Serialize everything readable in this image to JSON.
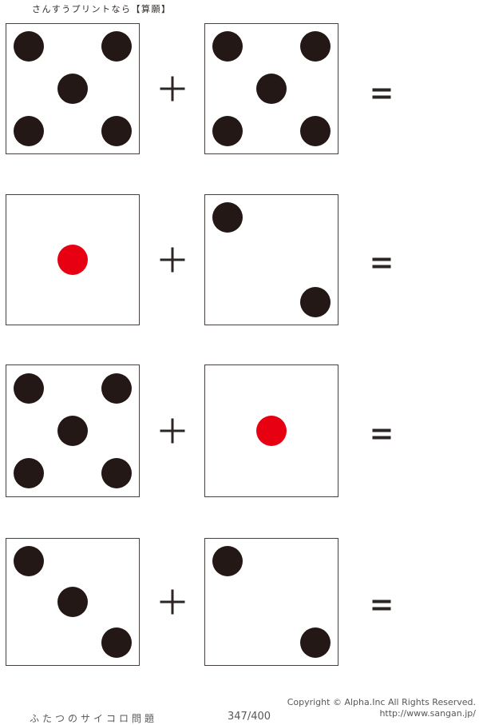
{
  "header": {
    "site_label": "さんすうプリントなら【算願】"
  },
  "problems": [
    {
      "die1": {
        "value": 5,
        "pip_color": "#231815",
        "pips": [
          "tl",
          "tr",
          "c",
          "bl",
          "br"
        ]
      },
      "operator": "+",
      "die2": {
        "value": 5,
        "pip_color": "#231815",
        "pips": [
          "tl",
          "tr",
          "c",
          "bl",
          "br"
        ]
      },
      "equals": "="
    },
    {
      "die1": {
        "value": 1,
        "pip_color": "#e60012",
        "pips": [
          "c"
        ]
      },
      "operator": "+",
      "die2": {
        "value": 2,
        "pip_color": "#231815",
        "pips": [
          "tl",
          "br"
        ]
      },
      "equals": "="
    },
    {
      "die1": {
        "value": 5,
        "pip_color": "#231815",
        "pips": [
          "tl",
          "tr",
          "c",
          "bl",
          "br"
        ]
      },
      "operator": "+",
      "die2": {
        "value": 1,
        "pip_color": "#e60012",
        "pips": [
          "c"
        ]
      },
      "equals": "="
    },
    {
      "die1": {
        "value": 3,
        "pip_color": "#231815",
        "pips": [
          "tl",
          "c",
          "br"
        ]
      },
      "operator": "+",
      "die2": {
        "value": 2,
        "pip_color": "#231815",
        "pips": [
          "tl",
          "br"
        ]
      },
      "equals": "="
    }
  ],
  "footer": {
    "worksheet_title": "ふたつのサイコロ問題",
    "page_number": "347/400",
    "copyright": "Copyright ©  Alpha.Inc All Rights Reserved.",
    "url": "http://www.sangan.jp/"
  },
  "colors": {
    "pip_black": "#231815",
    "pip_red": "#e60012",
    "text_gray": "#595757"
  }
}
